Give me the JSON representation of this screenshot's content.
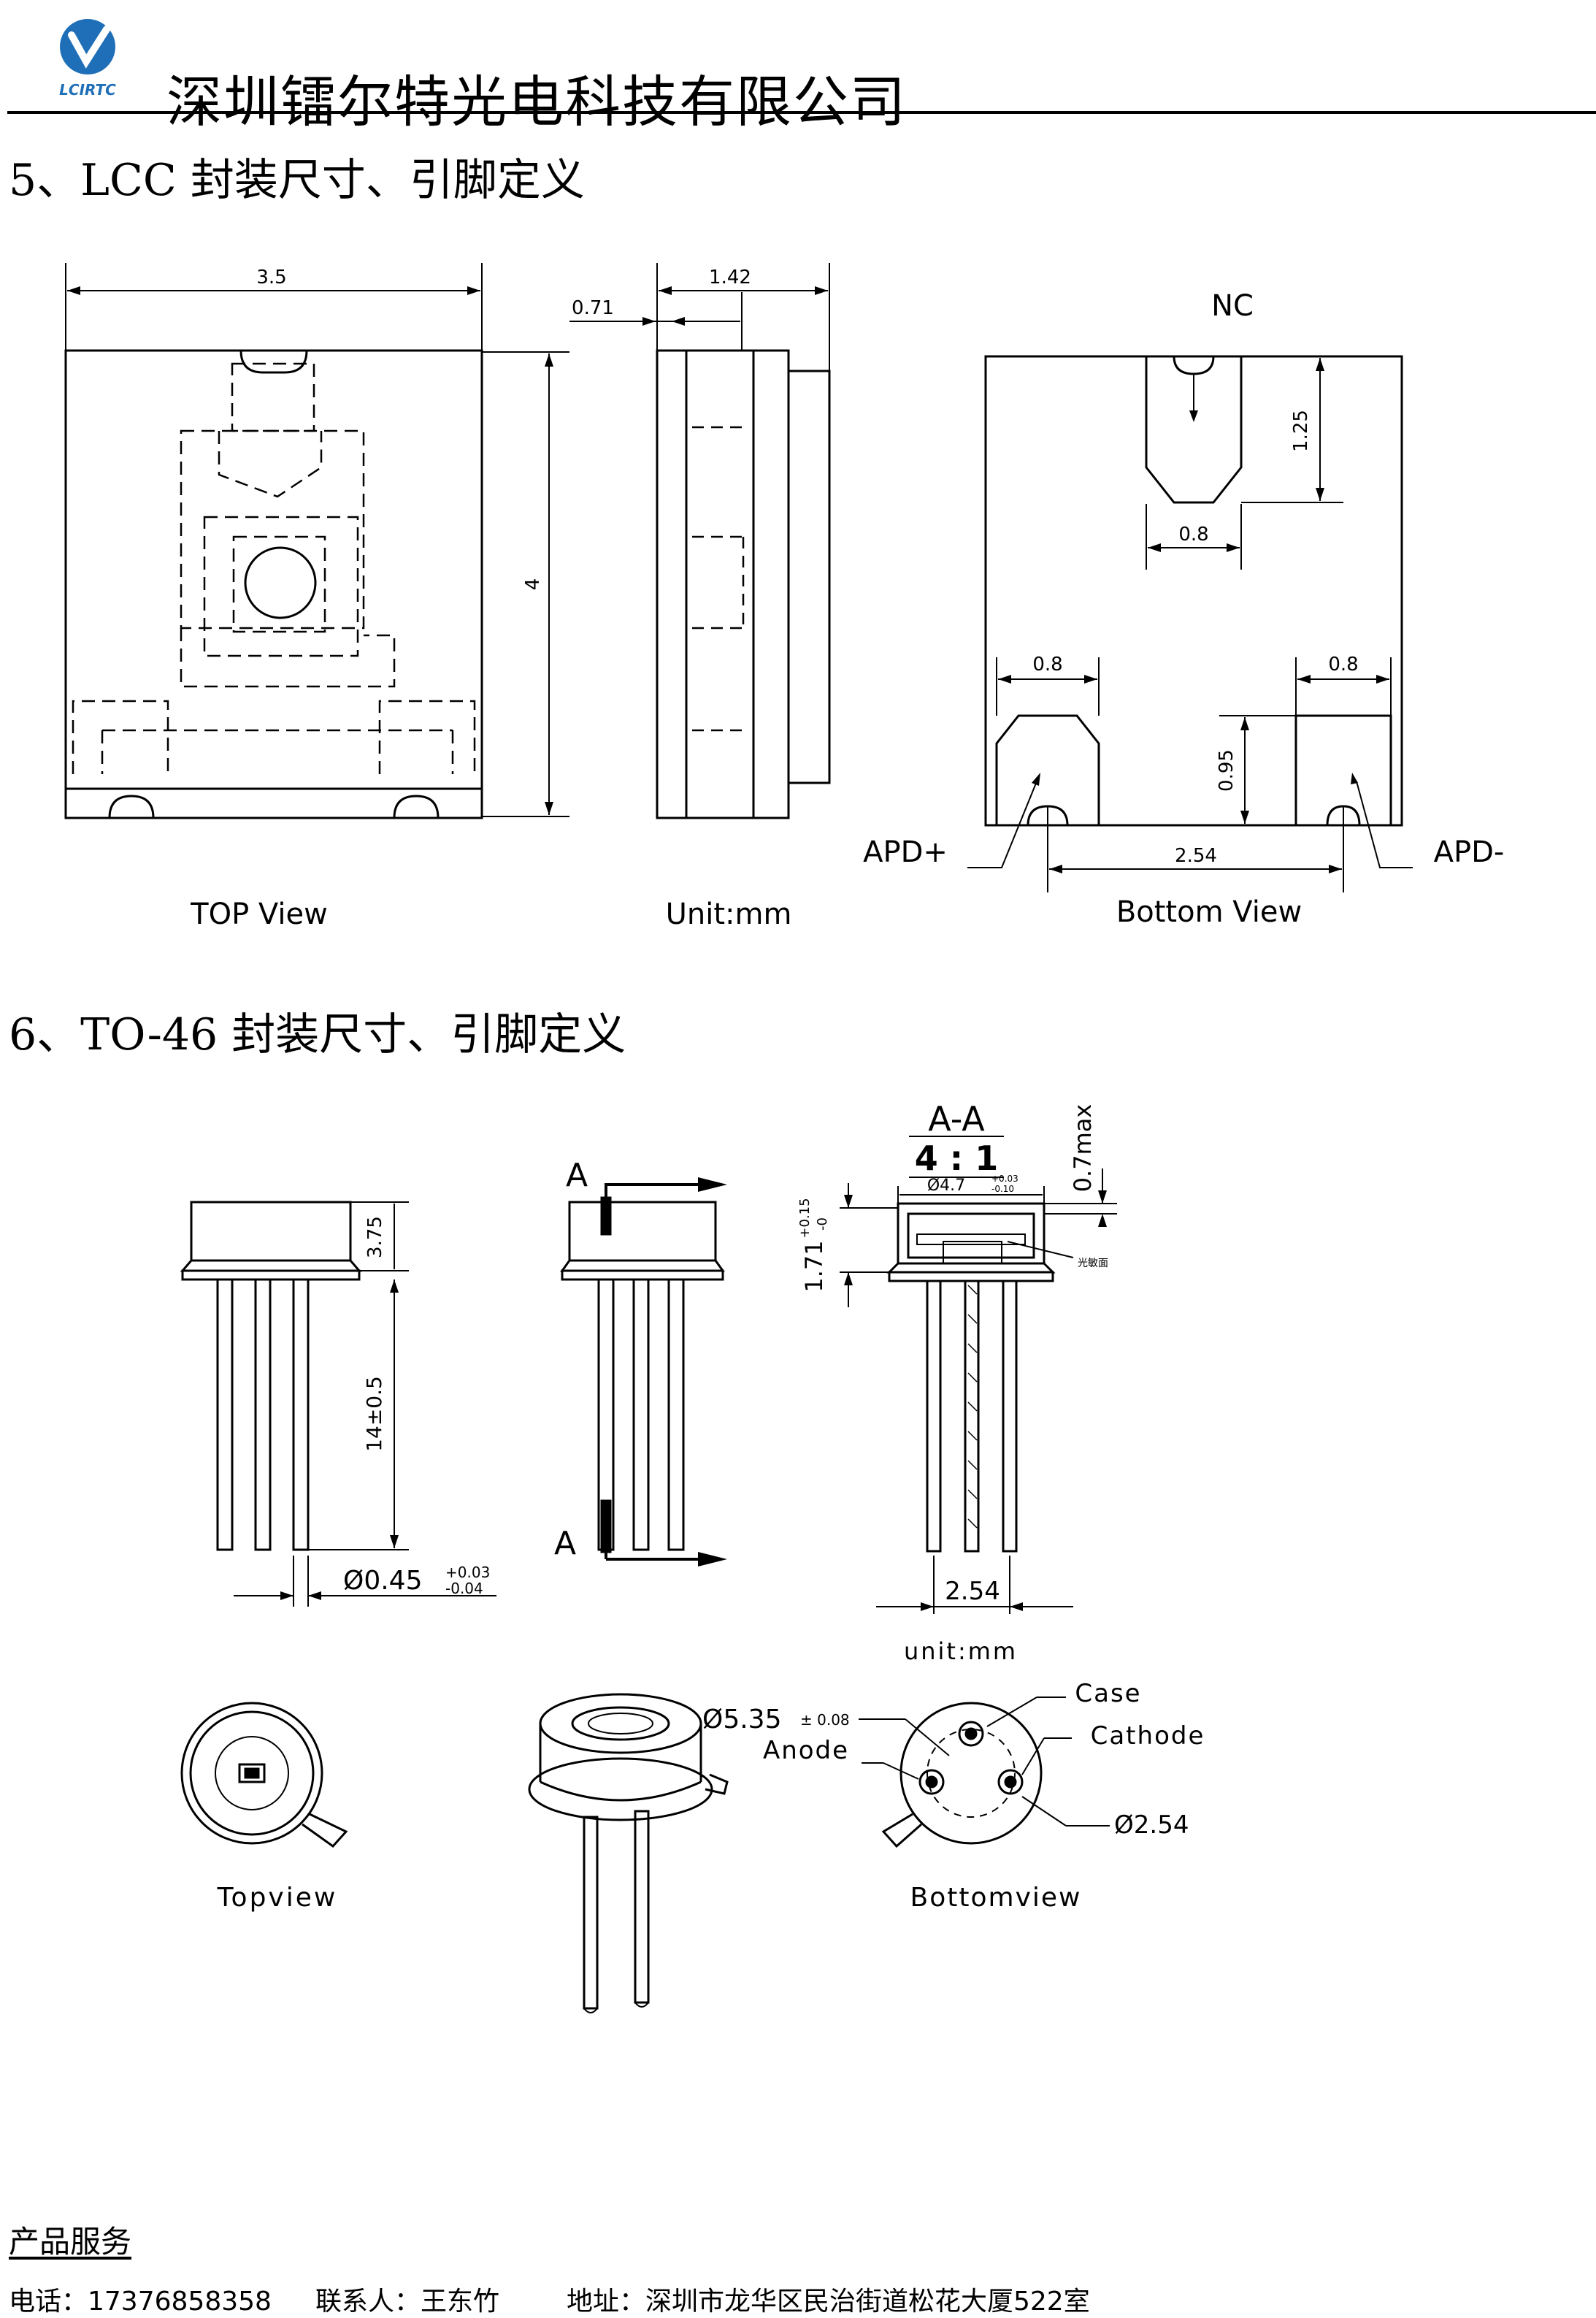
{
  "header": {
    "logo_text": "LCIRTC",
    "company": "深圳镭尔特光电科技有限公司"
  },
  "section5": {
    "title": "5、LCC 封装尺寸、引脚定义",
    "views": {
      "top": "TOP View",
      "unit": "Unit:mm",
      "bottom": "Bottom View"
    },
    "dims": {
      "width": "3.5",
      "height": "4",
      "side_total": "1.42",
      "side_part": "0.71",
      "nc_h": "1.25",
      "nc_w": "0.8",
      "pad_w_left": "0.8",
      "pad_w_right": "0.8",
      "pad_h": "0.95",
      "pitch": "2.54"
    },
    "pins": {
      "nc": "NC",
      "apd_plus": "APD+",
      "apd_minus": "APD-"
    }
  },
  "section6": {
    "title": "6、TO-46 封装尺寸、引脚定义",
    "dims": {
      "cap_h": "3.75",
      "lead_len": "14±0.5",
      "lead_dia": "Ø0.45",
      "lead_dia_tol_plus": "+0.03",
      "lead_dia_tol_minus": "-0.04",
      "window_h": "1.71",
      "window_tol_plus": "+0.15",
      "window_tol_minus": "-0",
      "window_dia": "Ø4.7",
      "window_dia_tol_plus": "+0.03",
      "window_dia_tol_minus": "-0.10",
      "max_h": "0.7max",
      "pitch": "2.54",
      "flange_dia": "Ø5.35",
      "flange_tol": "± 0.08",
      "pcd": "Ø2.54"
    },
    "section_label": "A-A",
    "scale": "4 : 1",
    "cut_a_top": "A",
    "cut_a_bottom": "A",
    "sensitive_area": "光敏面",
    "unit": "unit:mm",
    "views": {
      "top": "Topview",
      "bottom": "Bottomview"
    },
    "pins": {
      "case": "Case",
      "anode": "Anode",
      "cathode": "Cathode"
    }
  },
  "footer": {
    "title": "产品服务",
    "phone": "电话：17376858358",
    "contact": "联系人：王东竹",
    "address": "地址：深圳市龙华区民治街道松花大厦522室"
  }
}
